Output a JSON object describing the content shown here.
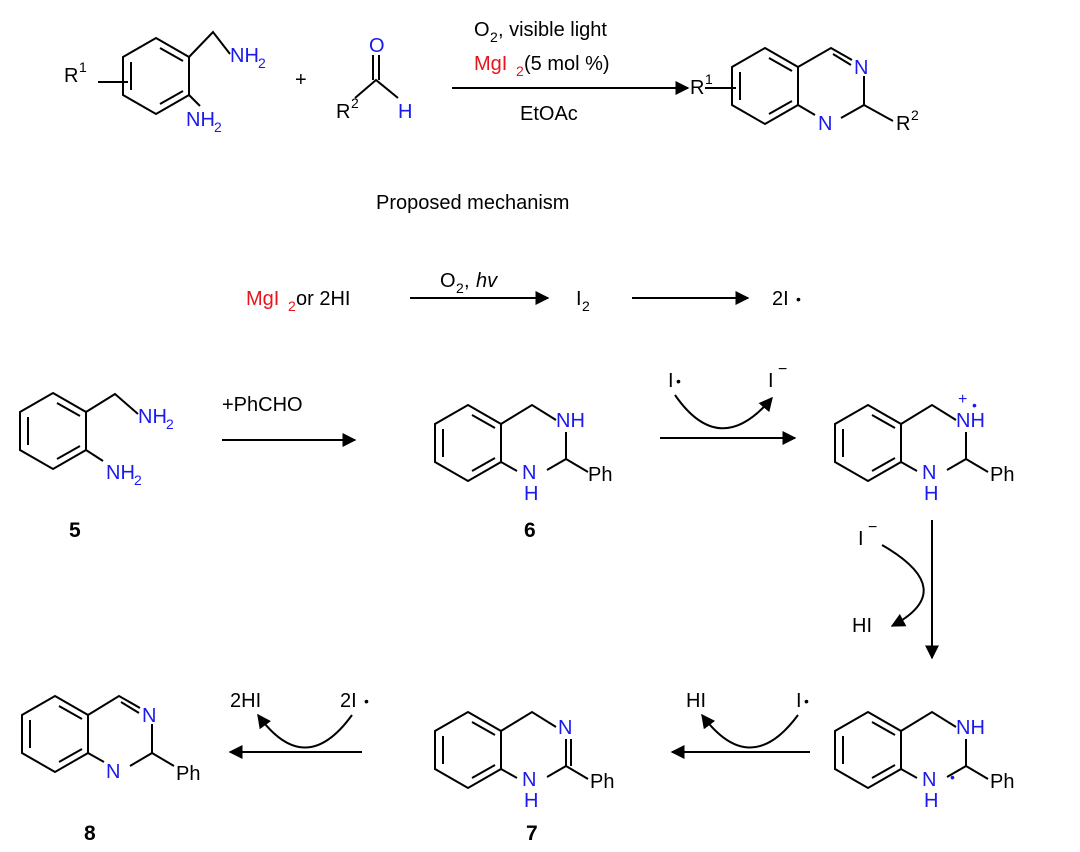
{
  "top_reaction": {
    "substituent_r1": "R",
    "sup_1": "1",
    "amine_nh2": "NH",
    "sub_2": "2",
    "plus": "+",
    "aldehyde_o": "O",
    "substituent_r2": "R",
    "sup_2": "2",
    "aldehyde_h": "H",
    "cond_o2": "O",
    "cond_visible_light": ", visible light",
    "cond_catalyst": "MgI",
    "cond_loading": " (5 mol %)",
    "cond_solvent": "EtOAc",
    "product_n": "N"
  },
  "mechanism_title": "Proposed mechanism",
  "initiation": {
    "reagent_mgi": "MgI",
    "reagent_or": " or 2HI",
    "cond_o2": "O",
    "cond_hv": "hv",
    "iodine": "I",
    "radicals": "2I"
  },
  "species": {
    "compound_5": "5",
    "compound_6": "6",
    "compound_7": "7",
    "compound_8": "8",
    "plus_phcho": "+PhCHO",
    "nh": "NH",
    "n": "N",
    "h": "H",
    "ph": "Ph",
    "plus_sign": "+"
  },
  "reagents": {
    "iodine_atom": "I",
    "iodide": "I",
    "minus": "−",
    "hi": "HI",
    "two_hi": "2HI",
    "two_i": "2I",
    "dot": "•"
  },
  "colors": {
    "nitrogen": "#1a1aee",
    "catalyst": "#e8141c",
    "bond": "#000000"
  }
}
